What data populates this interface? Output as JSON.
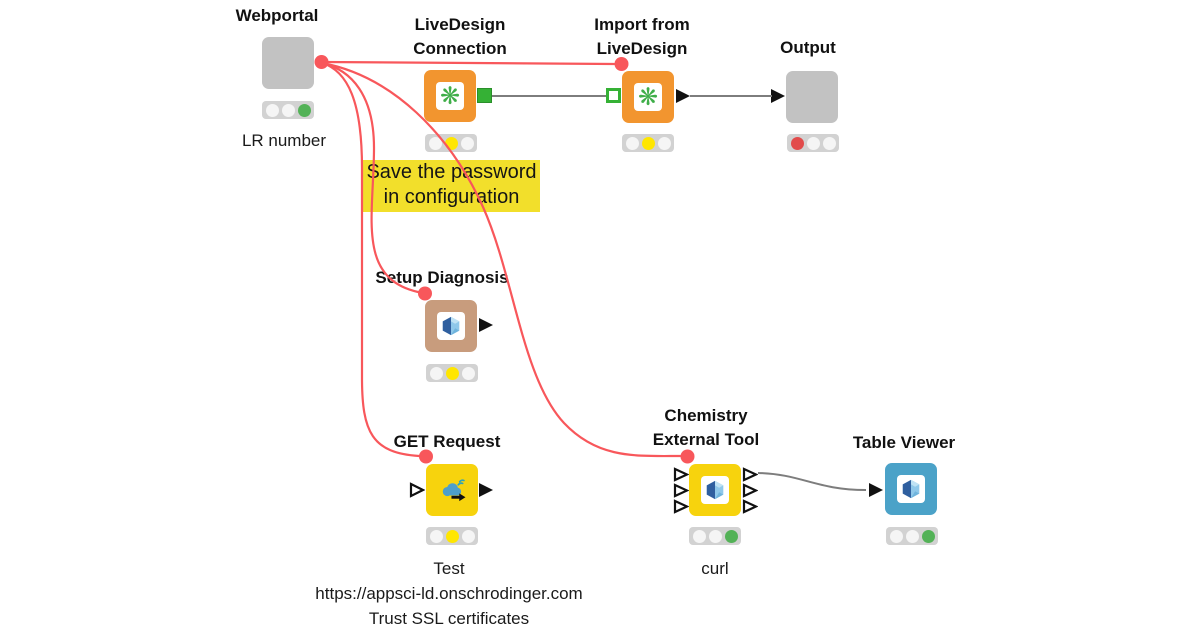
{
  "workflow": {
    "annotation": {
      "text": "Save the password\nin configuration",
      "background_color": "#F2DF2B"
    },
    "nodes": {
      "webportal": {
        "title": "Webportal",
        "label": "LR number",
        "icon": "blank-metanode-icon",
        "color": "#C2C2C2",
        "lights": [
          "off",
          "off",
          "green"
        ]
      },
      "livedesign_connection": {
        "title": "LiveDesign\nConnection",
        "icon": "livedesign-asterisk-icon",
        "color": "#F2952F",
        "lights": [
          "off",
          "yellow",
          "off"
        ]
      },
      "import_from_livedesign": {
        "title": "Import from\nLiveDesign",
        "icon": "livedesign-asterisk-icon",
        "color": "#F2952F",
        "lights": [
          "off",
          "yellow",
          "off"
        ]
      },
      "output": {
        "title": "Output",
        "icon": "blank-metanode-icon",
        "color": "#C2C2C2",
        "lights": [
          "red",
          "off",
          "off"
        ]
      },
      "setup_diagnosis": {
        "title": "Setup Diagnosis",
        "icon": "crystal-icon",
        "color": "#C89C7D",
        "lights": [
          "off",
          "yellow",
          "off"
        ]
      },
      "get_request": {
        "title": "GET Request",
        "label": "Test\nhttps://appsci-ld.onschrodinger.com\nTrust SSL certificates",
        "icon": "cloud-request-icon",
        "color": "#F7D30D",
        "lights": [
          "off",
          "yellow",
          "off"
        ]
      },
      "chemistry_external_tool": {
        "title": "Chemistry\nExternal Tool",
        "label": "curl",
        "icon": "crystal-icon",
        "color": "#F7D30D",
        "lights": [
          "off",
          "off",
          "green"
        ]
      },
      "table_viewer": {
        "title": "Table Viewer",
        "icon": "crystal-icon",
        "color": "#4BA2C8",
        "lights": [
          "off",
          "off",
          "green"
        ]
      }
    },
    "colors": {
      "status_off": "#F5F5F5",
      "status_green": "#53B257",
      "status_yellow": "#FFE600",
      "status_red": "#E24B4B",
      "data_connection": "#7D7D7D",
      "flow_variable_connection": "#F8575B",
      "data_port_green": "#35B135"
    }
  }
}
